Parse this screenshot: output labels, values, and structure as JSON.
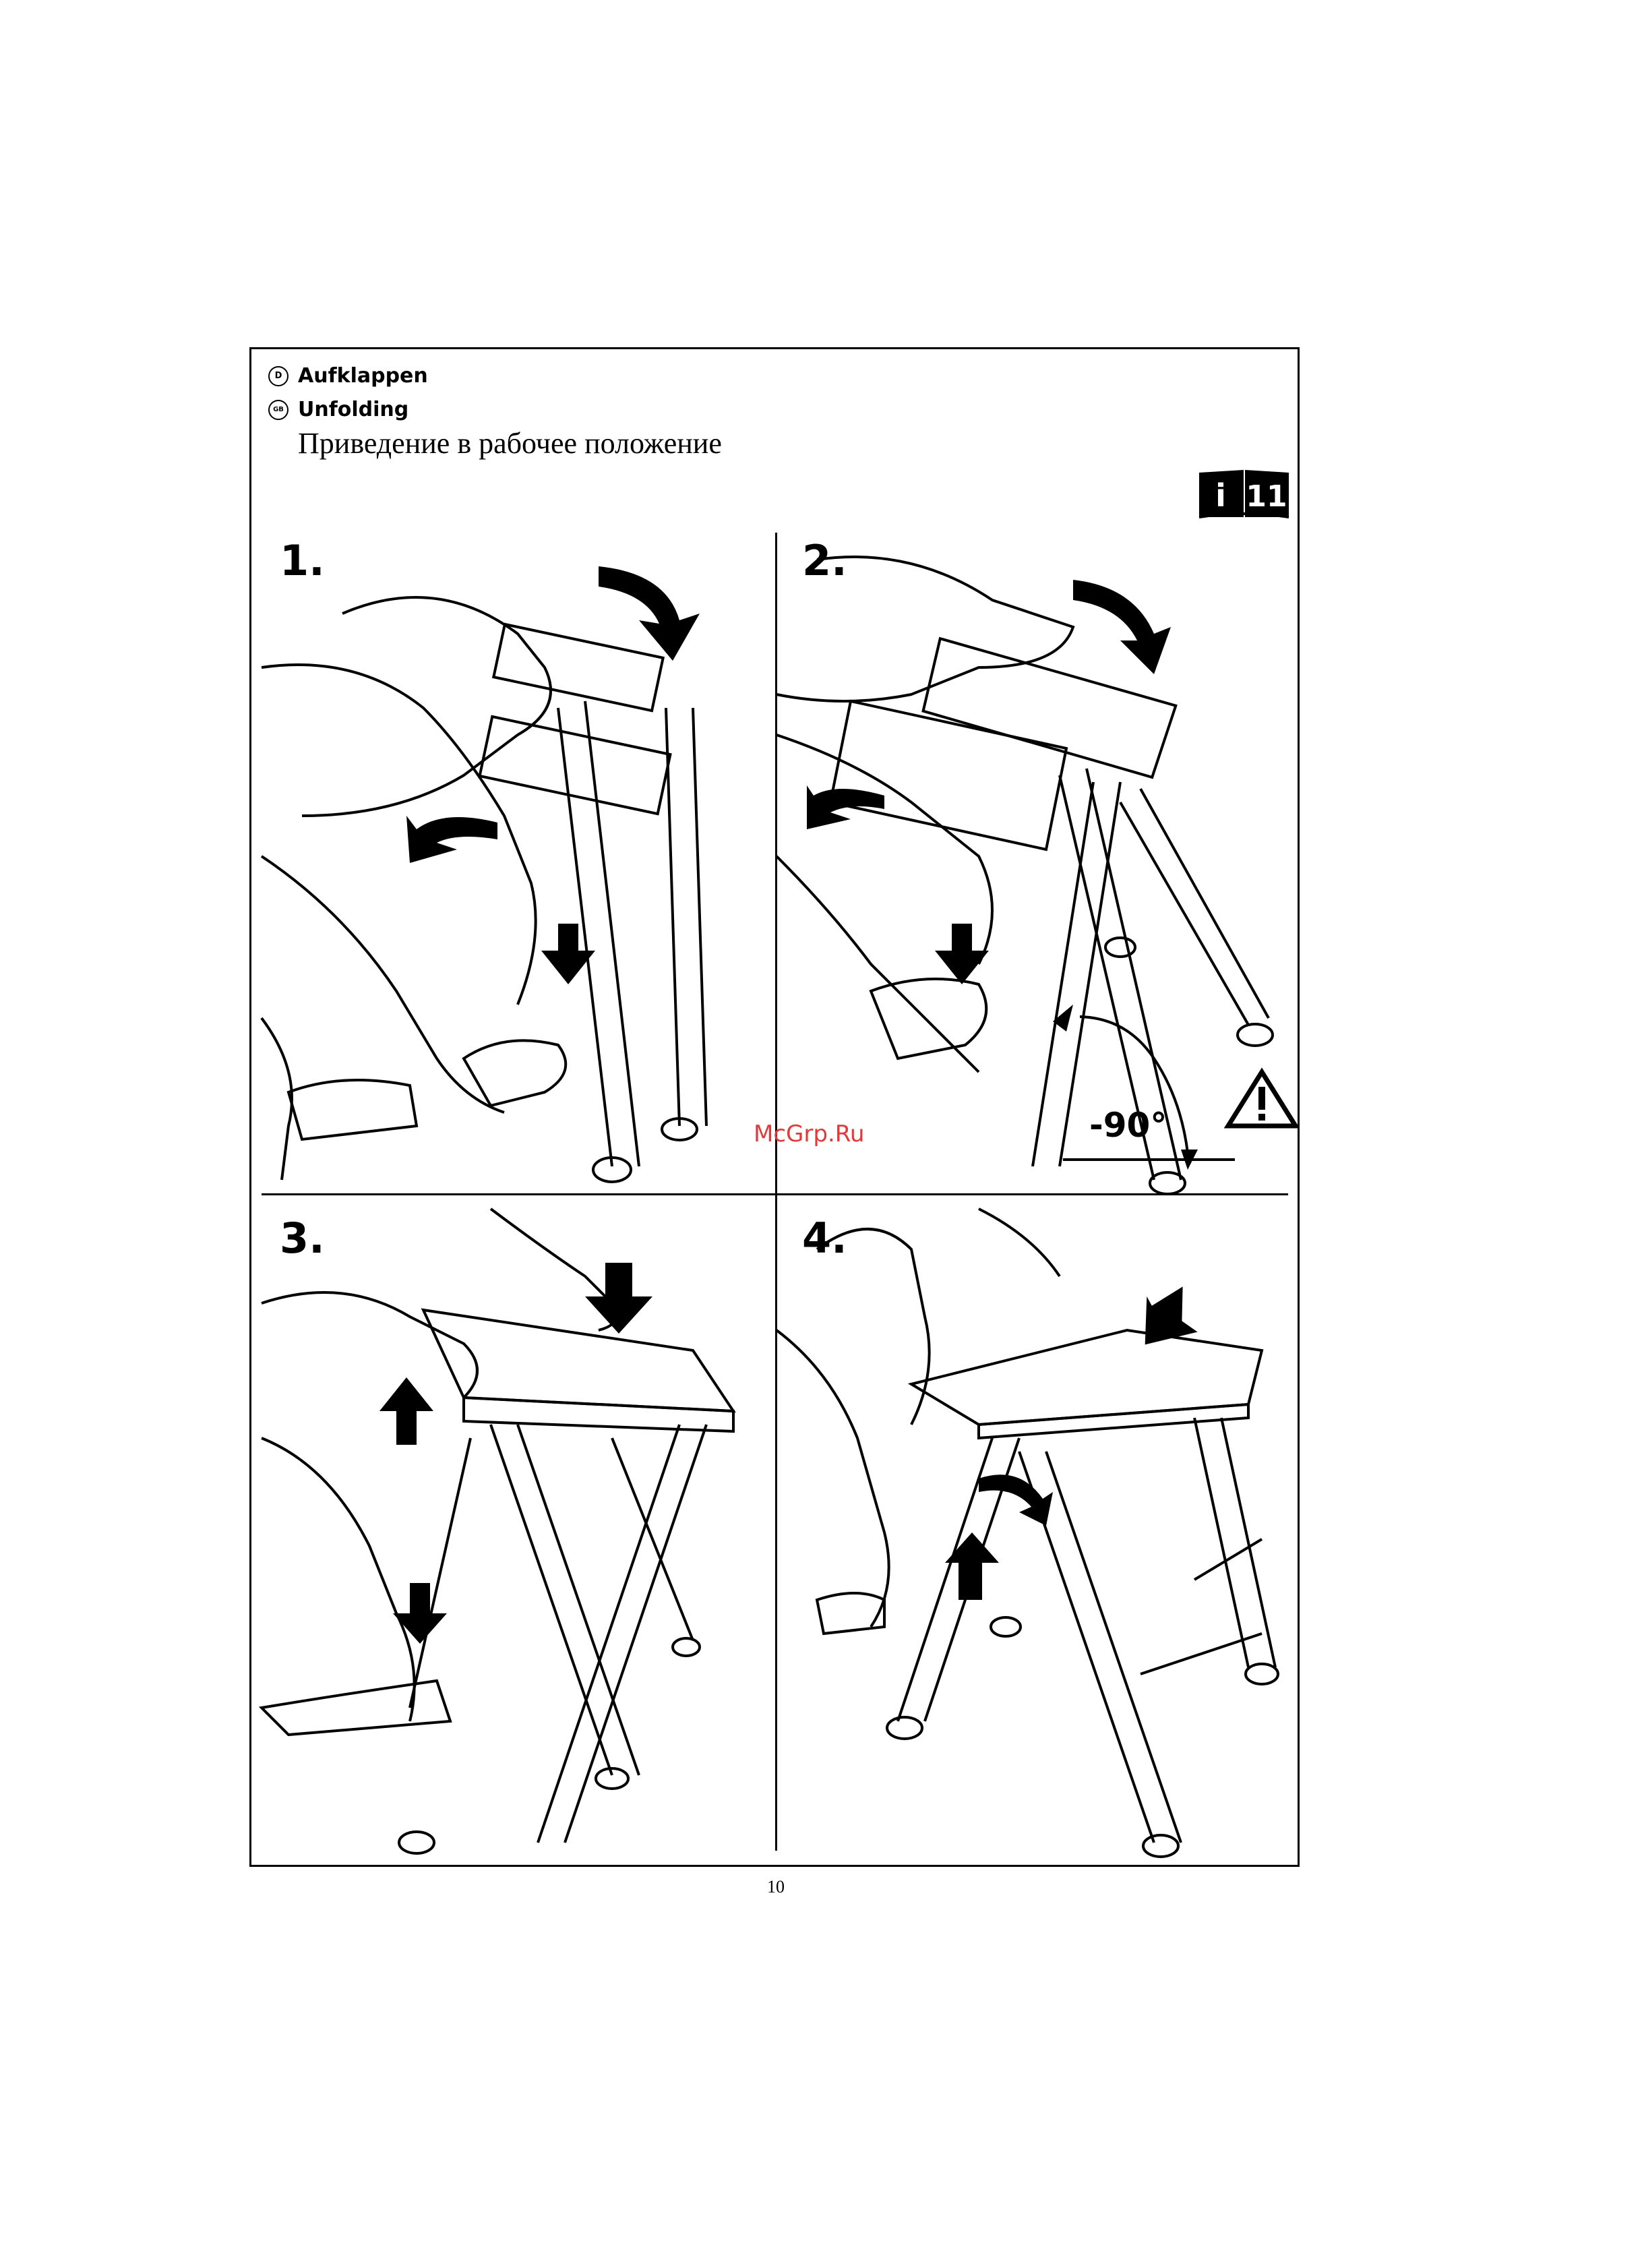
{
  "header": {
    "lines": [
      {
        "lang_icon": "D",
        "text": "Aufklappen"
      },
      {
        "lang_icon": "GB",
        "text": "Unfolding"
      }
    ],
    "russian_title": "Приведение в рабочее положение",
    "badge": {
      "icon": "info-book-icon",
      "letter": "i",
      "number": "11"
    }
  },
  "steps": [
    {
      "label": "1."
    },
    {
      "label": "2.",
      "angle": "-90°",
      "warning_icon": "warning-triangle-icon"
    },
    {
      "label": "3."
    },
    {
      "label": "4."
    }
  ],
  "watermark": "McGrp.Ru",
  "page_number": "10"
}
